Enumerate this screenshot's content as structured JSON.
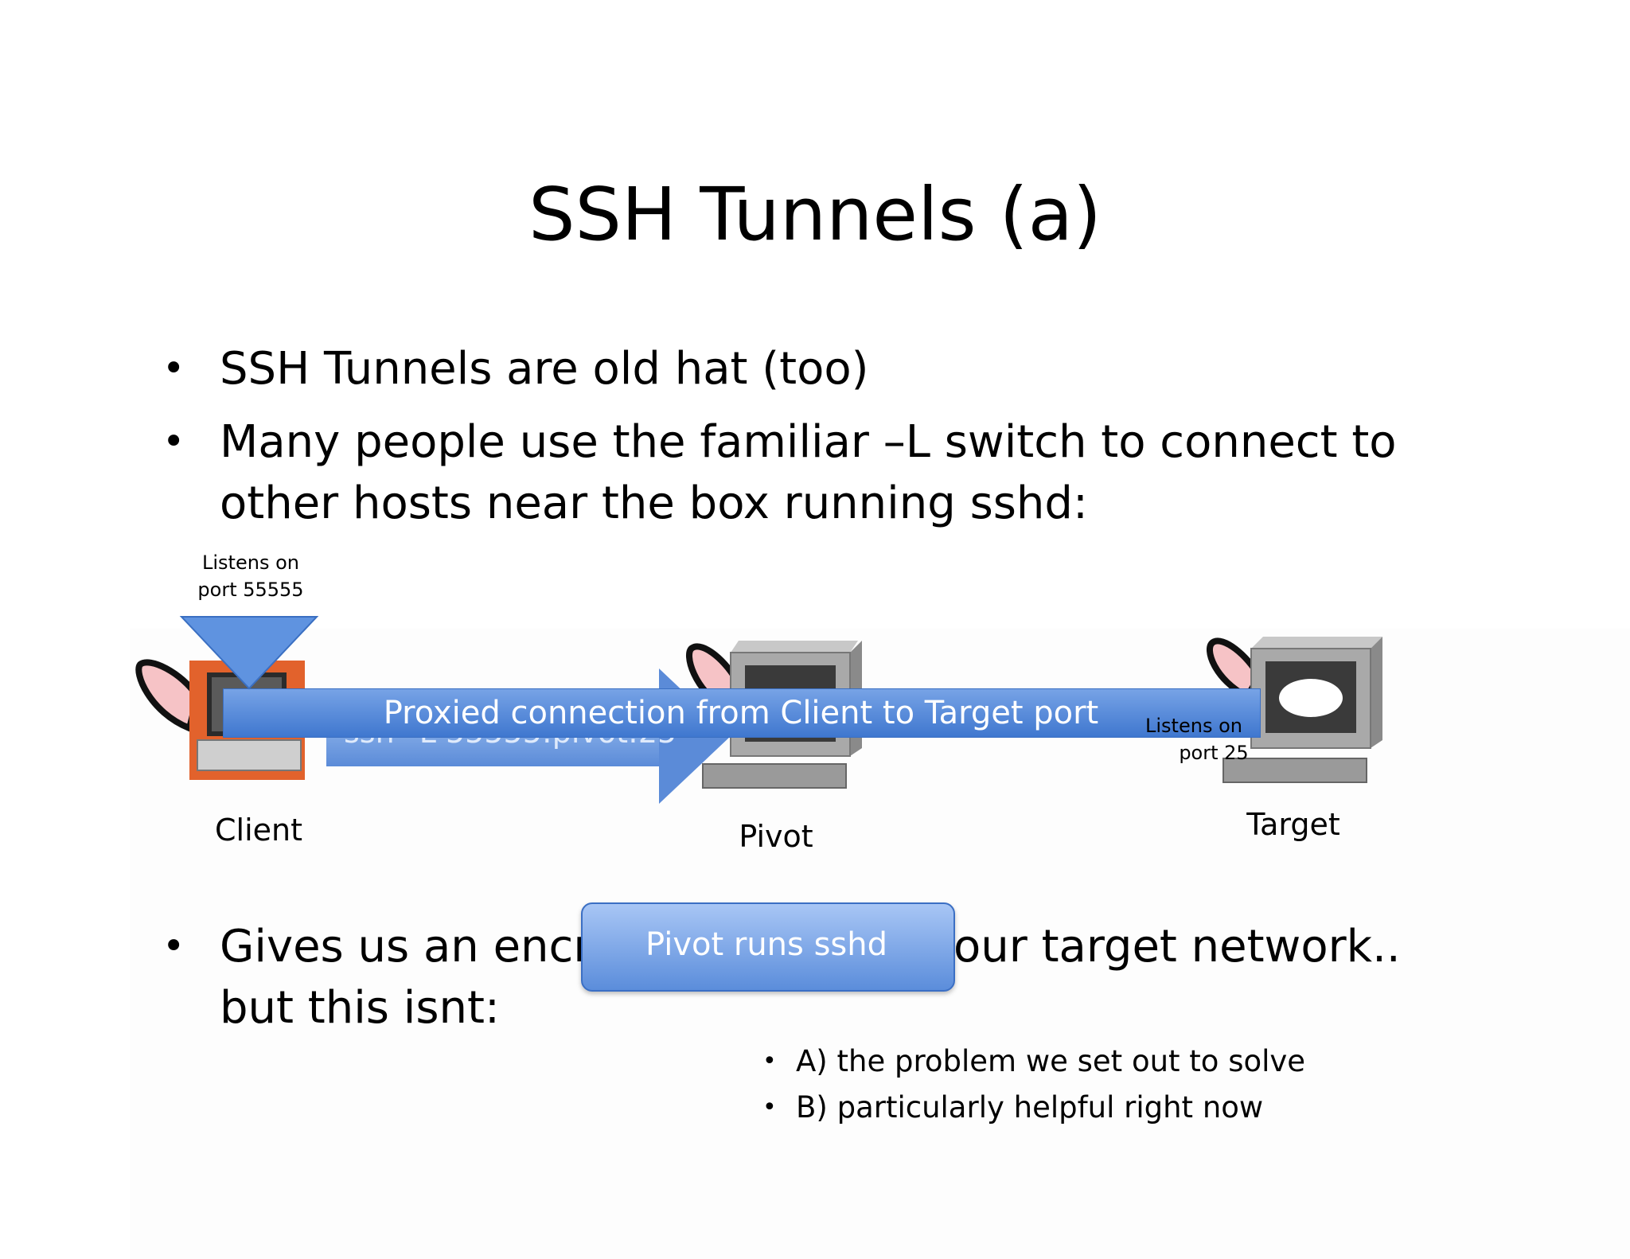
{
  "slide": {
    "title": "SSH Tunnels (a)",
    "bullets": [
      "SSH Tunnels are old hat (too)",
      "Many people use the familiar –L switch to connect to",
      "other hosts near the box running sshd:"
    ],
    "bullet3": [
      "Gives us an encr",
      "our target network..",
      "but this isnt:"
    ],
    "sub_bullets": [
      "A) the problem we set out to solve",
      "B) particularly helpful right now"
    ]
  },
  "diagram": {
    "client_listen": [
      "Listens on",
      "port 55555"
    ],
    "target_listen": [
      "Listens on",
      "port 25"
    ],
    "nodes": {
      "client": "Client",
      "pivot": "Pivot",
      "target": "Target"
    },
    "ssh_command": "ssh –L 55555:pivot:25",
    "banner": "Proxied connection from Client to Target port",
    "tooltip": "Pivot runs sshd"
  },
  "colors": {
    "arrow_blue": "#4f83d6",
    "laptop_orange": "#e2622c",
    "ear_pink": "#f6c3c6"
  }
}
